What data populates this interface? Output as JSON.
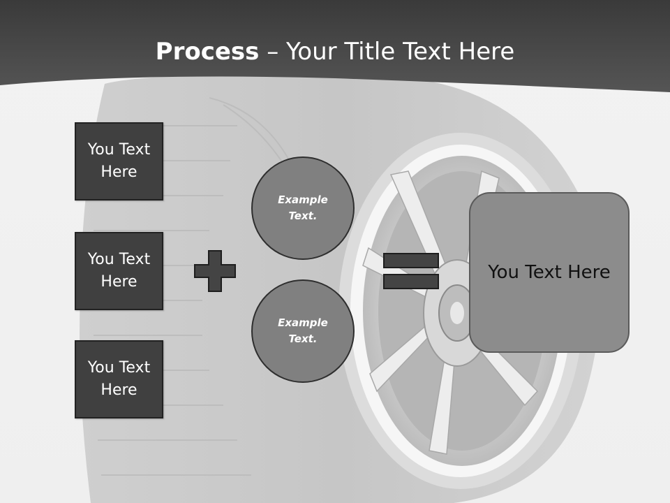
{
  "slide": {
    "title_bold": "Process",
    "title_dash": " – ",
    "title_rest": "Your Title Text Here",
    "header_color": "#3f3f3f"
  },
  "left_boxes": [
    {
      "label": "You Text Here"
    },
    {
      "label": "You Text Here"
    },
    {
      "label": "You Text Here"
    }
  ],
  "operators": {
    "plus_icon": "plus-icon",
    "equals_icon": "equals-icon"
  },
  "circles": [
    {
      "label": "Example Text."
    },
    {
      "label": "Example Text."
    }
  ],
  "result": {
    "label": "You Text Here"
  },
  "colors": {
    "box_fill": "#404040",
    "circle_fill": "#808080",
    "result_fill": "#8c8c8c",
    "operator_fill": "#444444"
  }
}
